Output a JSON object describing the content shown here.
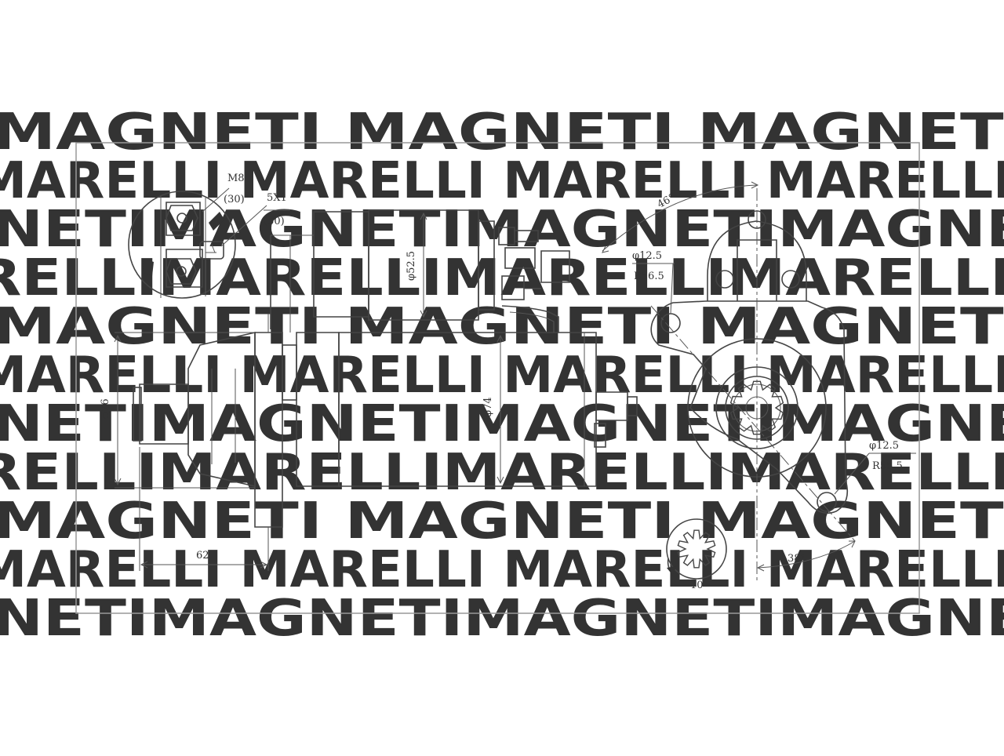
{
  "watermark": {
    "rows": [
      "MAGNETI MAGNETI MAGNETI",
      "MARELLI MARELLI MARELLI MARELLI",
      "NETIMAGNETIMAGNETIMAGNE",
      "RELLIMARELLIMARELLIMARELLI",
      "MAGNETI MAGNETI MAGNETI",
      "MARELLI MARELLI MARELLI MARELLI",
      "NETIMAGNETIMAGNETIMAGNE",
      "RELLIMARELLIMARELLIMARELLI",
      "MAGNETI MAGNETI MAGNETI",
      "MARELLI MARELLI MARELLI MARELLI",
      "NETIMAGNETIMAGNETIMAGNE"
    ],
    "color": "#e9e9e9"
  },
  "labels": {
    "m8": "M8",
    "term30": "(30)",
    "sx1": "5X1",
    "term50": "(50)",
    "dia_solenoid": "φ52.5",
    "dia_flange": "φ76",
    "dia_body": "φ74",
    "length": "62",
    "angle_top": "46°",
    "hole_top_dia": "φ12.5",
    "hole_top_r": "R56.5",
    "hole_bot_dia": "φ12.5",
    "hole_bot_r": "R55.5",
    "angle_bottom": "38°",
    "teeth": "10"
  },
  "colors": {
    "line": "#444444",
    "frame": "#999999"
  }
}
